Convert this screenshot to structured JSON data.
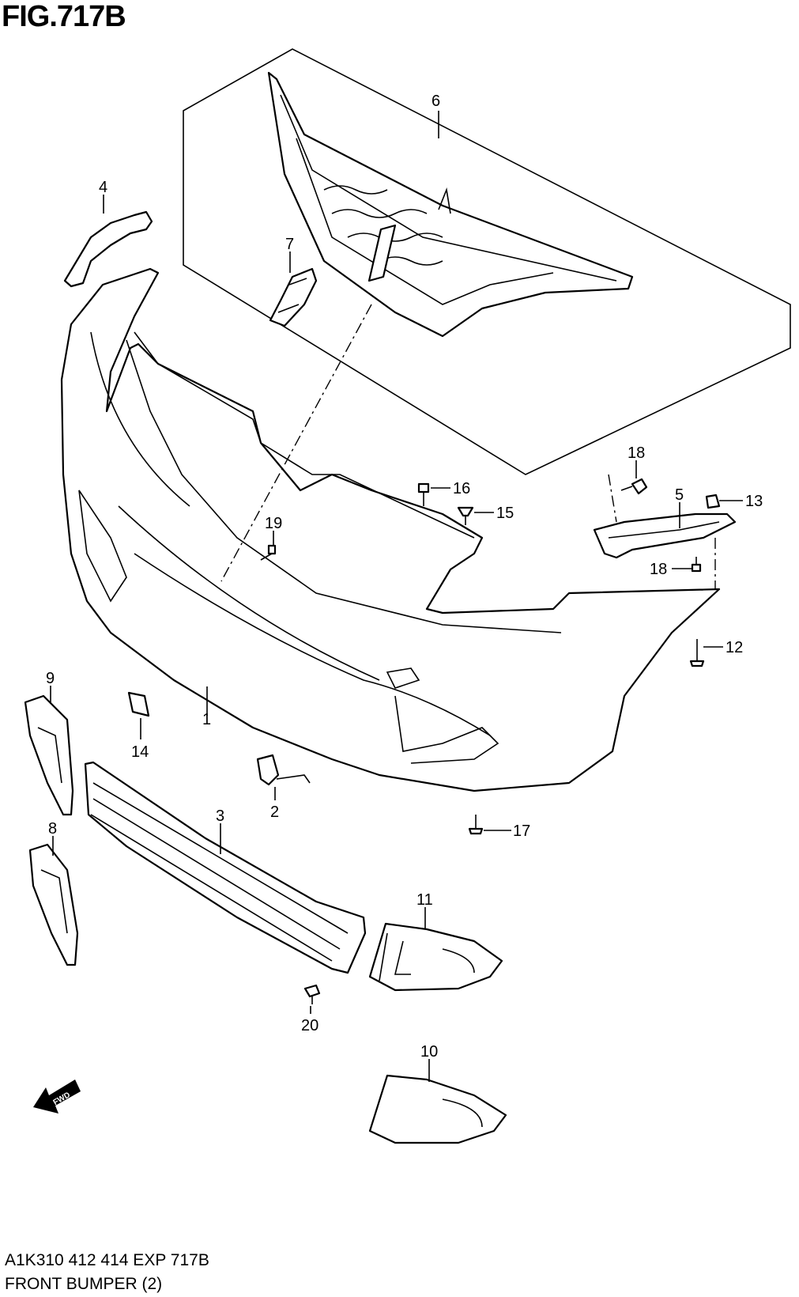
{
  "figure": {
    "title": "FIG.717B",
    "code": "A1K310 412 414 EXP 717B",
    "caption": "FRONT BUMPER (2)",
    "direction_badge": "FWD"
  },
  "callouts": {
    "c1": "1",
    "c2": "2",
    "c3": "3",
    "c4": "4",
    "c5": "5",
    "c6": "6",
    "c7": "7",
    "c8": "8",
    "c9": "9",
    "c10": "10",
    "c11": "11",
    "c12": "12",
    "c13": "13",
    "c14": "14",
    "c15": "15",
    "c16": "16",
    "c17": "17",
    "c18a": "18",
    "c18b": "18",
    "c19": "19",
    "c20": "20"
  }
}
